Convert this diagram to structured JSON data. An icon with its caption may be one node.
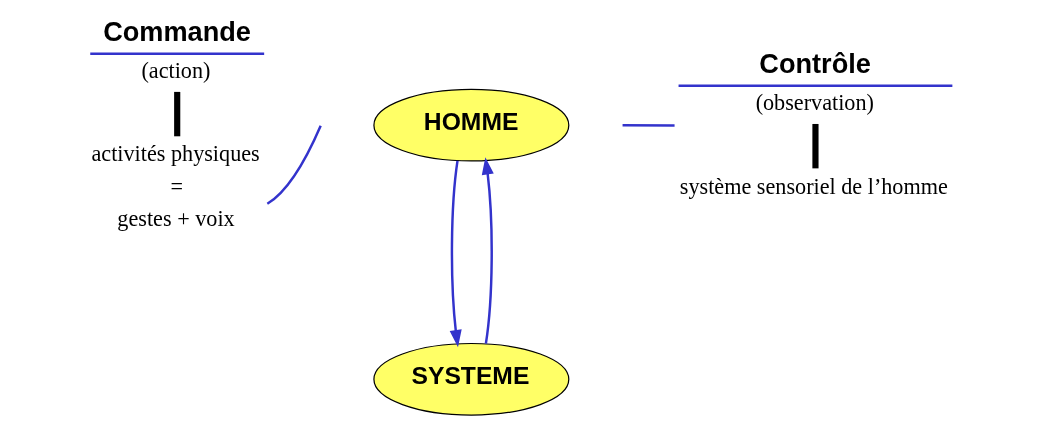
{
  "diagram": {
    "nodes": [
      {
        "text": [
          "HOMME"
        ]
      },
      {
        "text": [
          "SYSTEME"
        ]
      },
      {
        "text": [
          "Commande",
          "(action)",
          "activités physiques",
          "=",
          "gestes + voix"
        ]
      },
      {
        "text": [
          "Contrôle",
          "(observation)",
          "système sensoriel de l’homme"
        ]
      }
    ],
    "edges": [
      {
        "from": 0,
        "to": 1,
        "arrow": "to"
      },
      {
        "from": 1,
        "to": 0,
        "arrow": "to"
      },
      {
        "from": 2,
        "to": null,
        "arrow": "none"
      },
      {
        "from": 3,
        "to": null,
        "arrow": "none"
      }
    ]
  }
}
